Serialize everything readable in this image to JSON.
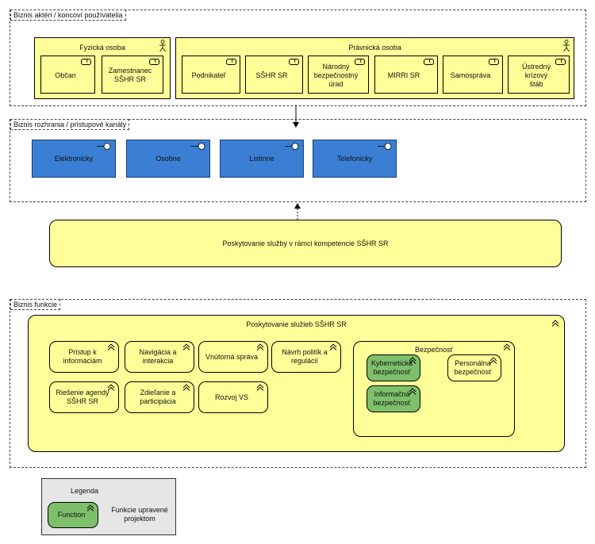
{
  "actors_group": {
    "title": "Biznis aktéri / koncoví používatelia",
    "fyzicka": {
      "title": "Fyzická osoba",
      "roles": [
        "Občan",
        "Zamestnanec\nSŠHR SR"
      ]
    },
    "pravnicka": {
      "title": "Právnická osoba",
      "roles": [
        "Podnikateľ",
        "SŠHR SR",
        "Národný\nbezpečnostný\núrad",
        "MIRRI SR",
        "Samospráva",
        "Ústredný krízový\nštáb"
      ]
    }
  },
  "interfaces_group": {
    "title": "Biznis rozhrania / prístupové kanály",
    "items": [
      "Elektronicky",
      "Osobne",
      "Listinne",
      "Telefonicky"
    ]
  },
  "service": {
    "label": "Poskytovanie služby v rámci kompetencie SŠHR SR"
  },
  "functions_group": {
    "title": "Biznis funkcie",
    "main": {
      "title": "Poskytovanie služieb SŠHR SR",
      "functions": [
        "Prístup k\ninformáciám",
        "Navigácia a\ninterakcia",
        "Vnútorná správa",
        "Návrh politík a\nregulácií",
        "Riešenie agendy\nSŠHR SR",
        "Zdieľanie a\nparticipácia",
        "Rozvoj VS"
      ],
      "security": {
        "title": "Bezpečnosť",
        "items": [
          "Kybernetická\nbezpečnosť",
          "Personálna\nbezpečnosť",
          "Informačná\nbezpečnosť"
        ]
      }
    }
  },
  "legend": {
    "title": "Legenda",
    "sample": "Function",
    "description": "Funkcie upravené\nprojektom"
  },
  "colors": {
    "business": "#ffff99",
    "interface": "#3a7fd4",
    "modified_function": "#7dbf6a"
  }
}
